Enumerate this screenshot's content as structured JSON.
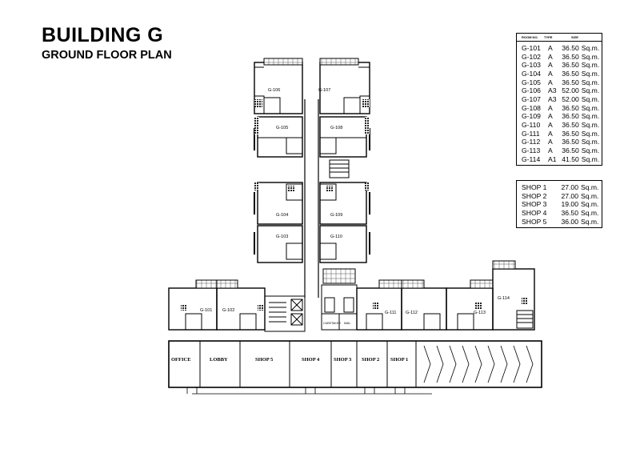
{
  "header": {
    "title": "BUILDING G",
    "subtitle": "GROUND FLOOR PLAN"
  },
  "room_table": {
    "columns": [
      "ROOM NO.",
      "TYPE",
      "SIZE"
    ],
    "rows": [
      {
        "room": "G-101",
        "type": "A",
        "size": "36.50",
        "unit": "Sq.m."
      },
      {
        "room": "G-102",
        "type": "A",
        "size": "36.50",
        "unit": "Sq.m."
      },
      {
        "room": "G-103",
        "type": "A",
        "size": "36.50",
        "unit": "Sq.m."
      },
      {
        "room": "G-104",
        "type": "A",
        "size": "36.50",
        "unit": "Sq.m."
      },
      {
        "room": "G-105",
        "type": "A",
        "size": "36.50",
        "unit": "Sq.m."
      },
      {
        "room": "G-106",
        "type": "A3",
        "size": "52.00",
        "unit": "Sq.m."
      },
      {
        "room": "G-107",
        "type": "A3",
        "size": "52.00",
        "unit": "Sq.m."
      },
      {
        "room": "G-108",
        "type": "A",
        "size": "36.50",
        "unit": "Sq.m."
      },
      {
        "room": "G-109",
        "type": "A",
        "size": "36.50",
        "unit": "Sq.m."
      },
      {
        "room": "G-110",
        "type": "A",
        "size": "36.50",
        "unit": "Sq.m."
      },
      {
        "room": "G-111",
        "type": "A",
        "size": "36.50",
        "unit": "Sq.m."
      },
      {
        "room": "G-112",
        "type": "A",
        "size": "36.50",
        "unit": "Sq.m."
      },
      {
        "room": "G-113",
        "type": "A",
        "size": "36.50",
        "unit": "Sq.m."
      },
      {
        "room": "G-114",
        "type": "A1",
        "size": "41.50",
        "unit": "Sq.m."
      }
    ]
  },
  "shop_table": {
    "rows": [
      {
        "name": "SHOP 1",
        "size": "27.00",
        "unit": "Sq.m."
      },
      {
        "name": "SHOP 2",
        "size": "27.00",
        "unit": "Sq.m."
      },
      {
        "name": "SHOP 3",
        "size": "19.00",
        "unit": "Sq.m."
      },
      {
        "name": "SHOP 4",
        "size": "36.50",
        "unit": "Sq.m."
      },
      {
        "name": "SHOP 5",
        "size": "36.00",
        "unit": "Sq.m."
      }
    ]
  },
  "plan": {
    "units": {
      "g106": "G-106",
      "g107": "G-107",
      "g105": "G-105",
      "g108": "G-108",
      "g104": "G-104",
      "g109": "G-109",
      "g103": "G-103",
      "g110": "G-110",
      "g101": "G-101",
      "g102": "G-102",
      "g111": "G-111",
      "g112": "G-112",
      "g113": "G-113",
      "g114": "G-114"
    },
    "spaces": {
      "office": "OFFICE",
      "lobby": "LOBBY",
      "shop5": "SHOP 5",
      "shop4": "SHOP 4",
      "shop3": "SHOP 3",
      "shop2": "SHOP 2",
      "shop1": "SHOP 1"
    },
    "service": {
      "caretaker": "CARETAKER",
      "mail": "MAIL"
    }
  }
}
